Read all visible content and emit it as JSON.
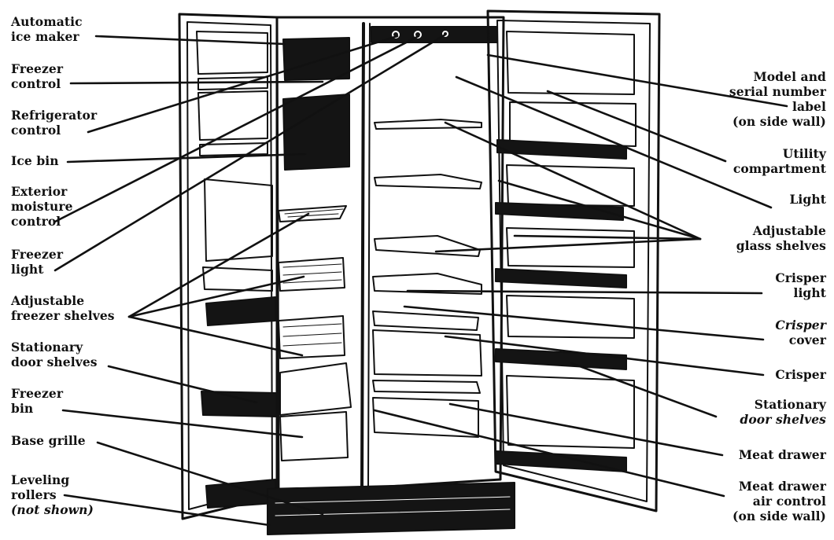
{
  "diagram": {
    "colors": {
      "ink": "#111111",
      "paper": "#ffffff",
      "dark_fill": "#141414"
    },
    "left_labels": {
      "ice_maker": [
        "Automatic",
        "ice maker"
      ],
      "freezer_control": [
        "Freezer",
        "control"
      ],
      "refrigerator_control": [
        "Refrigerator",
        "control"
      ],
      "ice_bin": [
        "Ice bin"
      ],
      "exterior_moisture_control": [
        "Exterior",
        "moisture",
        "control"
      ],
      "freezer_light": [
        "Freezer",
        "light"
      ],
      "adjustable_freezer_shelves": [
        "Adjustable",
        "freezer shelves"
      ],
      "stationary_door_shelves": [
        "Stationary",
        "door shelves"
      ],
      "freezer_bin": [
        "Freezer",
        "bin"
      ],
      "base_grille": [
        "Base grille"
      ],
      "leveling_rollers": [
        "Leveling",
        "rollers"
      ],
      "leveling_rollers_note": "(not shown)"
    },
    "right_labels": {
      "model_serial": [
        "Model and",
        "serial number",
        "label",
        "(on side wall)"
      ],
      "utility_compartment": [
        "Utility",
        "compartment"
      ],
      "light": [
        "Light"
      ],
      "adjustable_glass_shelves": [
        "Adjustable",
        "glass shelves"
      ],
      "crisper_light": [
        "Crisper",
        "light"
      ],
      "crisper_cover": [
        "Crisper",
        "cover"
      ],
      "crisper": [
        "Crisper"
      ],
      "stationary_door_shelves": [
        "Stationary",
        "door shelves"
      ],
      "meat_drawer": [
        "Meat drawer"
      ],
      "meat_drawer_air_control": [
        "Meat drawer",
        "air control",
        "(on side wall)"
      ]
    }
  }
}
